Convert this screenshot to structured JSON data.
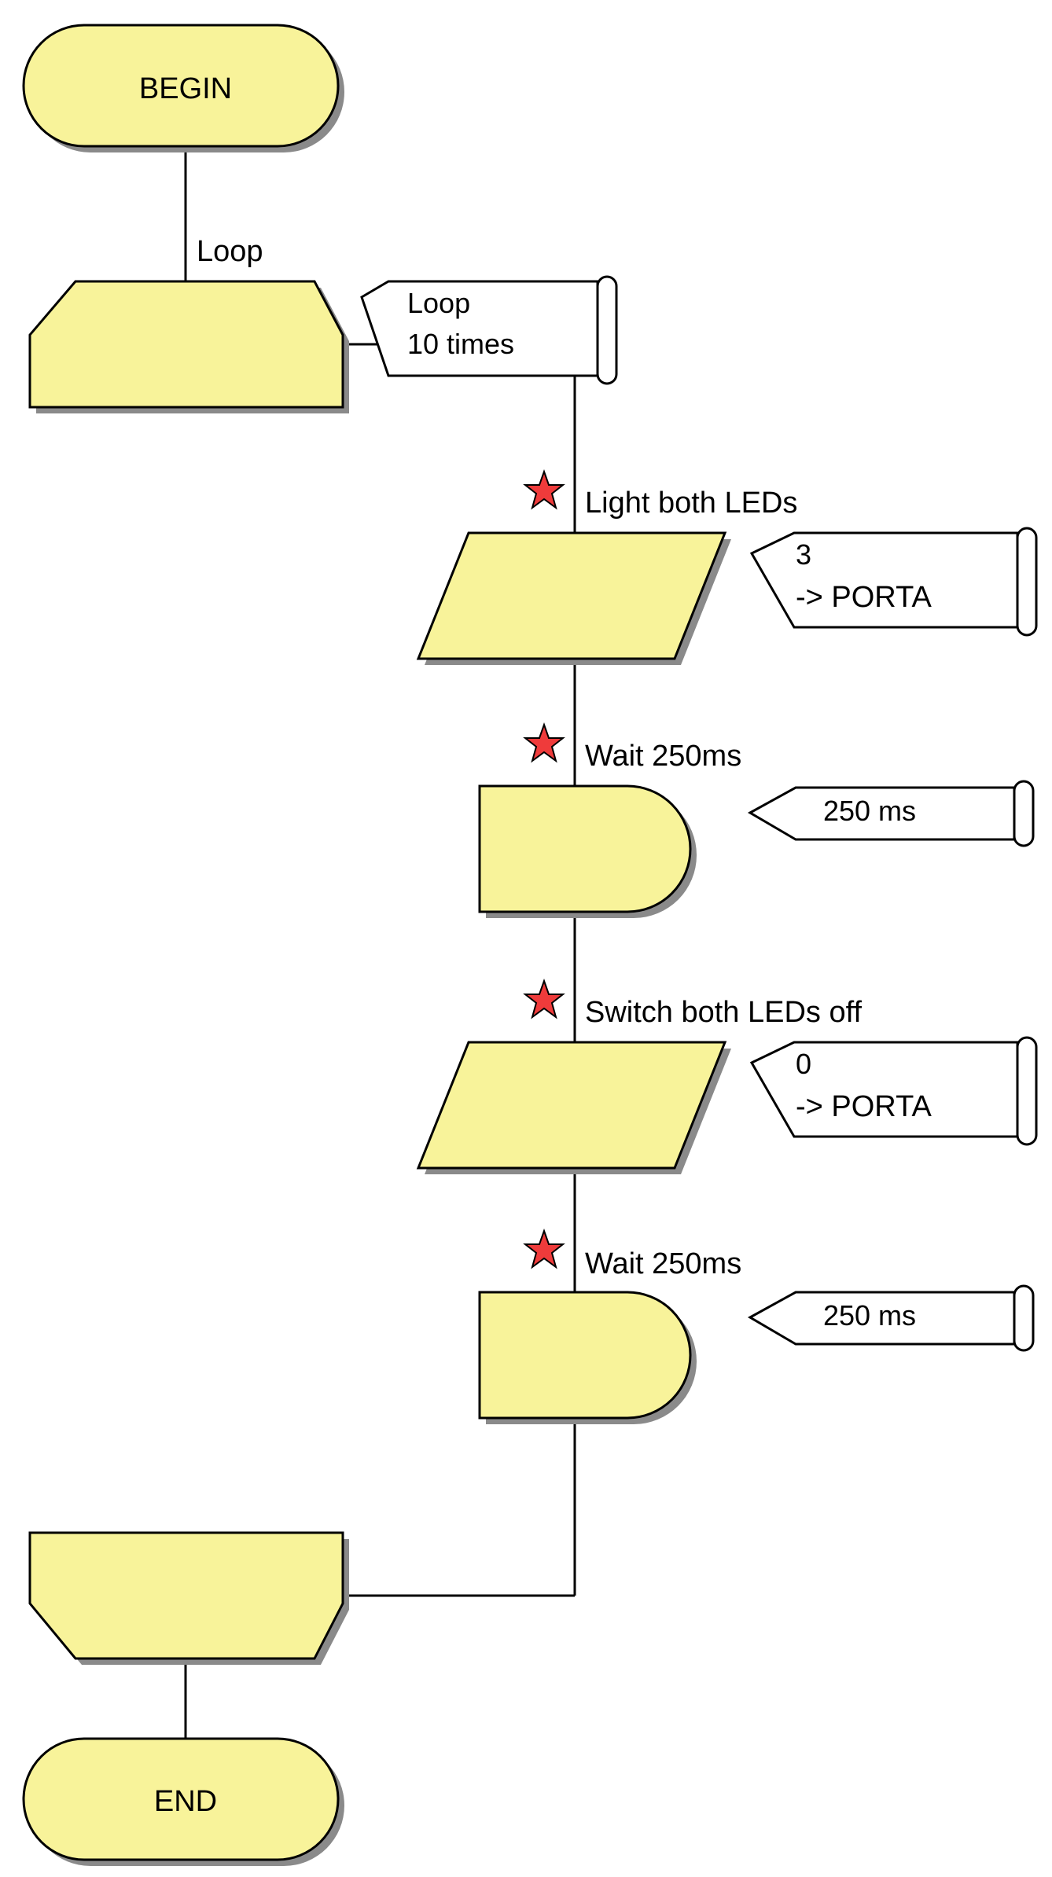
{
  "flowchart": {
    "begin_label": "BEGIN",
    "end_label": "END",
    "loop": {
      "label": "Loop",
      "note_line1": "Loop",
      "note_line2": "10 times"
    },
    "step1": {
      "label": "Light both LEDs",
      "note_line1": "3",
      "note_line2": "-> PORTA"
    },
    "step2": {
      "label": "Wait 250ms",
      "note_line1": "250 ms"
    },
    "step3": {
      "label": "Switch both LEDs off",
      "note_line1": "0",
      "note_line2": "-> PORTA"
    },
    "step4": {
      "label": "Wait 250ms",
      "note_line1": "250 ms"
    }
  },
  "colors": {
    "shape_fill": "#f8f39a",
    "star": "#ef3b3b",
    "note_fill": "#ffffff"
  }
}
